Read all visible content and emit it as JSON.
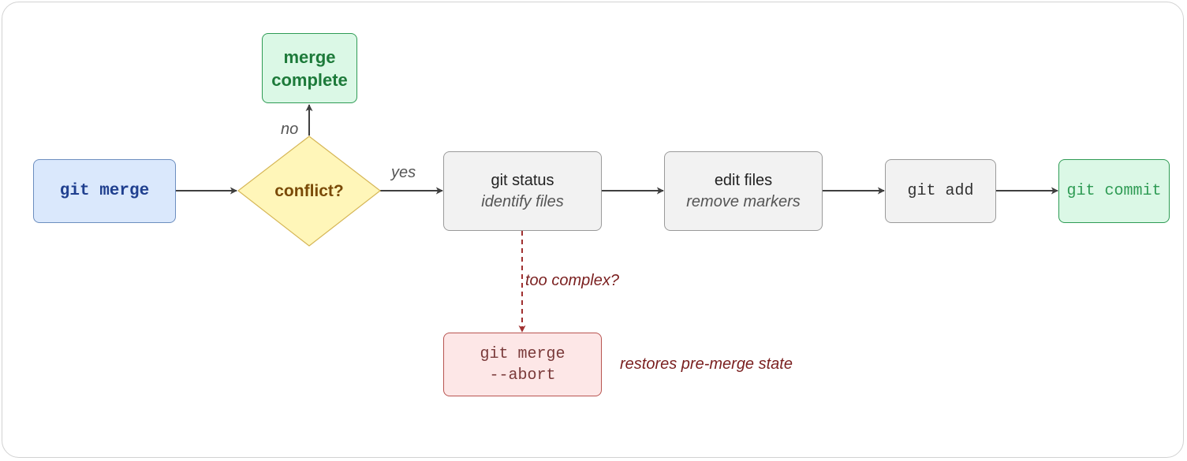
{
  "nodes": {
    "git_merge": "git merge",
    "conflict": "conflict?",
    "merge_complete": "merge complete",
    "git_status": {
      "title": "git status",
      "subtitle": "identify files"
    },
    "edit_files": {
      "title": "edit files",
      "subtitle": "remove markers"
    },
    "git_add": "git add",
    "git_commit": "git commit",
    "git_merge_abort": {
      "line1": "git merge",
      "line2": "--abort"
    }
  },
  "edge_labels": {
    "no": "no",
    "yes": "yes",
    "too_complex": "too complex?"
  },
  "notes": {
    "restores": "restores pre-merge state"
  },
  "colors": {
    "start_fill": "#dae8fc",
    "start_stroke": "#6c8ebf",
    "start_text": "#1f3f8f",
    "decision_fill": "#fff6b9",
    "decision_stroke": "#d6b656",
    "decision_text": "#7a4a07",
    "success_fill": "#dbf8e6",
    "success_stroke": "#2e9b54",
    "success_text": "#1d7a3a",
    "step_fill": "#f2f2f2",
    "step_stroke": "#9a9a9a",
    "abort_fill": "#fde7e7",
    "abort_stroke": "#b85450",
    "abort_text": "#7a1f1f",
    "edge": "#3f3f3f",
    "abort_edge": "#a03030"
  }
}
